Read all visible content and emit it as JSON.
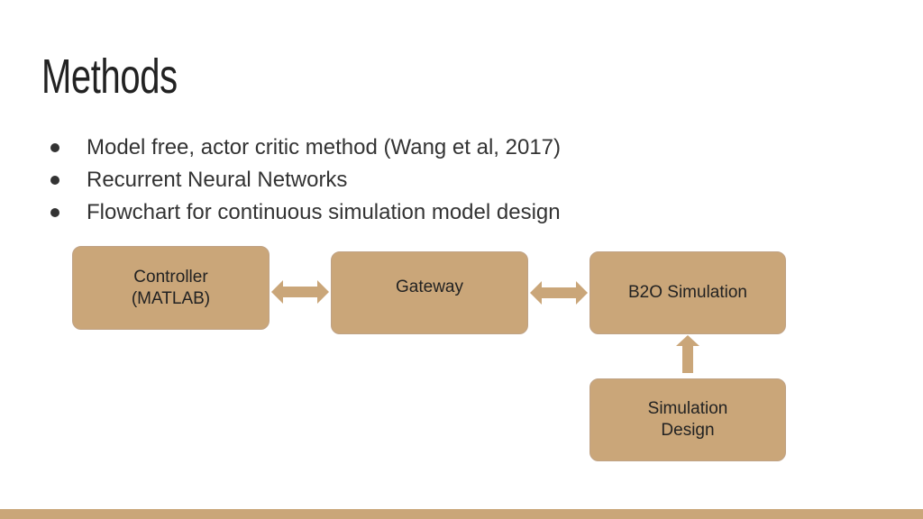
{
  "slide": {
    "title": "Methods",
    "bullets": [
      "Model free, actor critic method (Wang et al, 2017)",
      "Recurrent Neural Networks",
      "Flowchart for continuous simulation model design"
    ]
  },
  "flowchart": {
    "nodes": {
      "controller": "Controller\n(MATLAB)",
      "gateway": "Gateway",
      "b2o_simulation": "B2O Simulation",
      "simulation_design": "Simulation\nDesign"
    },
    "edges": [
      {
        "from": "controller",
        "to": "gateway",
        "direction": "both"
      },
      {
        "from": "gateway",
        "to": "b2o_simulation",
        "direction": "both"
      },
      {
        "from": "simulation_design",
        "to": "b2o_simulation",
        "direction": "forward"
      }
    ]
  },
  "colors": {
    "accent": "#caa679",
    "text": "#222222"
  }
}
